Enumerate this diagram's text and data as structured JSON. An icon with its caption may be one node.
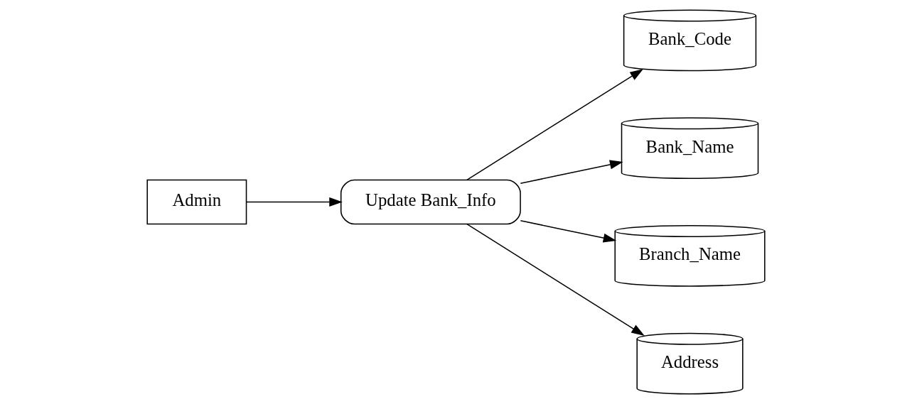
{
  "diagram": {
    "nodes": [
      {
        "text": [
          "Bank_Code"
        ]
      },
      {
        "text": [
          "Bank_Name"
        ]
      },
      {
        "text": [
          "Admin"
        ]
      },
      {
        "text": [
          "Update Bank_Info"
        ]
      },
      {
        "text": [
          "Branch_Name"
        ]
      },
      {
        "text": [
          "Address"
        ]
      }
    ],
    "edges": [
      {
        "from": 2,
        "to": 3,
        "arrow": "to"
      },
      {
        "from": 3,
        "to": 0,
        "arrow": "to"
      },
      {
        "from": 3,
        "to": 1,
        "arrow": "to"
      },
      {
        "from": 3,
        "to": 4,
        "arrow": "to"
      },
      {
        "from": 3,
        "to": 5,
        "arrow": "to"
      }
    ]
  }
}
